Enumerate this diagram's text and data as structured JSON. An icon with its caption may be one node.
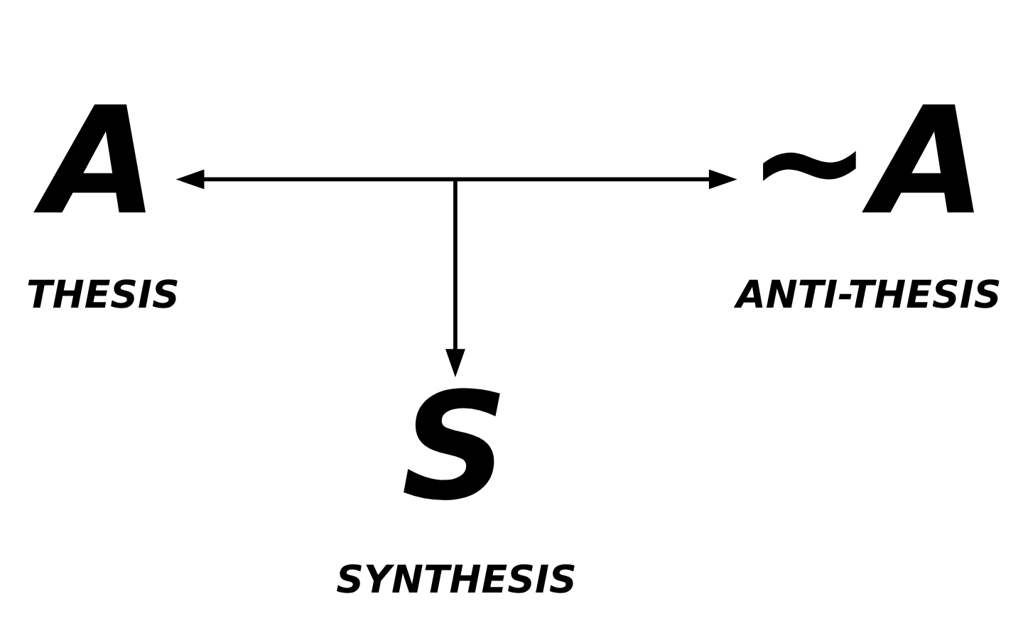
{
  "diagram": {
    "nodes": [
      {
        "text": [
          "A"
        ],
        "beside": [
          "THESIS"
        ]
      },
      {
        "text": [
          "~A"
        ],
        "beside": [
          "ANTI-THESIS"
        ]
      },
      {
        "text": [
          "S"
        ],
        "beside": [
          "SYNTHESIS"
        ]
      }
    ],
    "edges": [
      {
        "from": 0,
        "to": 1,
        "arrow": "both"
      },
      {
        "from": null,
        "to": 2,
        "arrow": "to"
      }
    ]
  }
}
